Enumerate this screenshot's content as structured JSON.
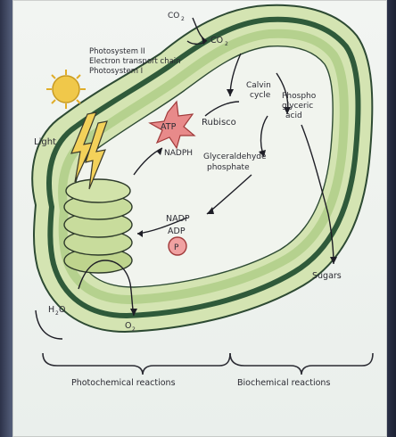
{
  "diagram": {
    "photosystem_lines": [
      "Photosystem II",
      "Electron transport chain",
      "Photosystem I"
    ],
    "light_label": "Light",
    "co2_in": "CO",
    "co2_in_sub": "2",
    "co2_out": "CO",
    "co2_out_sub": "2",
    "calvin_lines": [
      "Calvin",
      "cycle"
    ],
    "pga_lines": [
      "Phospho",
      "glyceric",
      "acid"
    ],
    "rubisco_label": "Rubisco",
    "atp_label": "ATP",
    "nadph_label": "NADPH",
    "g3p_lines": [
      "Glyceraldehyde",
      "phosphate"
    ],
    "nadp_label": "NADP",
    "adp_label": "ADP",
    "p_label": "P",
    "sugars_label": "Sugars",
    "water_label": "H",
    "water_sub": "2",
    "water_tail": "O",
    "oxygen_label": "O",
    "oxygen_sub": "2",
    "photochem_label": "Photochemical reactions",
    "biochem_label": "Biochemical reactions",
    "colors": {
      "outer_membrane": "#cfe0ad",
      "stripe": "#2f5a3a",
      "inner_membrane": "#bcd596",
      "granum": "#c8dc9c",
      "sun": "#f0c84a",
      "atp_star": "#e88a8a",
      "phosphate": "#f0a1a1"
    }
  }
}
